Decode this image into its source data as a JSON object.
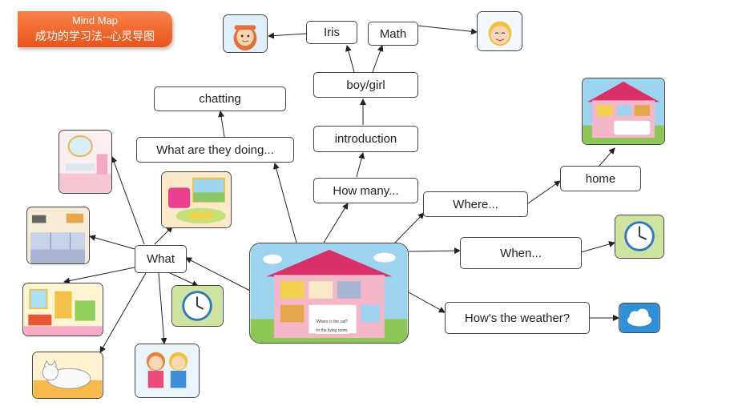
{
  "banner": {
    "title": "Mind Map",
    "subtitle": "成功的学习法--心灵导图"
  },
  "nodes": {
    "iris": "Iris",
    "math": "Math",
    "boy_girl": "boy/girl",
    "introduction": "introduction",
    "how_many": "How many...",
    "chatting": "chatting",
    "what_doing": "What are they doing...",
    "what": "What",
    "where": "Where...",
    "home": "home",
    "when": "When...",
    "weather": "How's the weather?"
  },
  "center_captions": [
    "Where is the cat?",
    "In the living room."
  ],
  "icons": {
    "girl_face": "girl-portrait-icon",
    "boy_face": "boy-portrait-icon",
    "bathroom": "bathroom-picture",
    "living_room": "living-room-picture",
    "kitchen": "kitchen-picture",
    "bedroom": "bedroom-picture",
    "cat": "sleeping-cat-picture",
    "kids": "boy-and-girl-picture",
    "clock": "clock-icon",
    "house": "house-picture",
    "cloud": "cloud-icon"
  },
  "colors": {
    "banner": "#ec5f22",
    "house_roof": "#d9306a",
    "house_wall": "#f4b6c9",
    "sky": "#9cd4f0",
    "cloud": "#2f8fd8"
  }
}
